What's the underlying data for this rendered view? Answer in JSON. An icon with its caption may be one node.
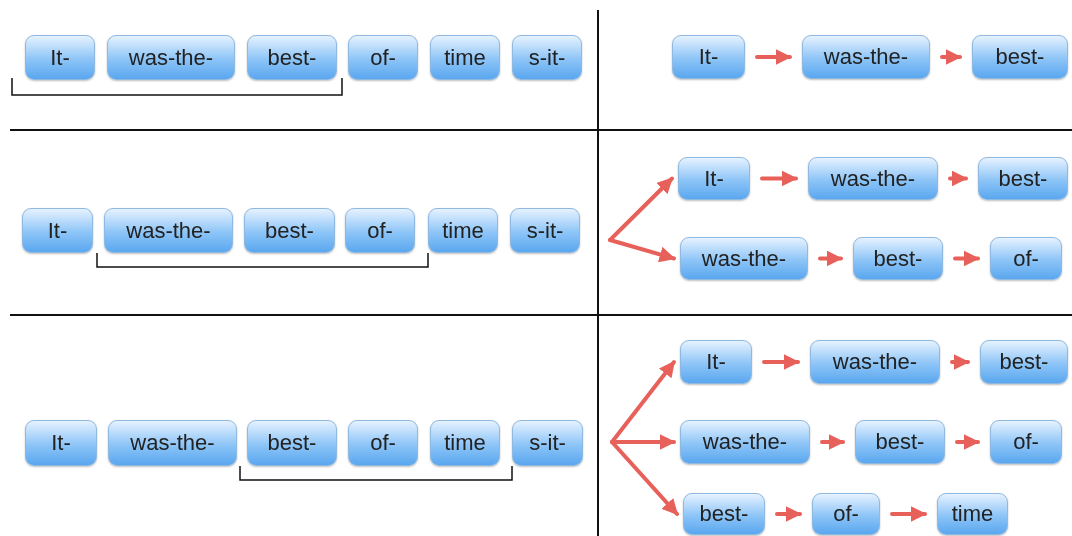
{
  "diagram": {
    "nodes": [
      {
        "text": [
          "It-"
        ]
      },
      {
        "text": [
          "was-the-"
        ]
      },
      {
        "text": [
          "best-"
        ]
      },
      {
        "text": [
          "of-"
        ]
      },
      {
        "text": [
          "time"
        ]
      },
      {
        "text": [
          "s-it-"
        ]
      },
      {
        "text": [
          "It-"
        ]
      },
      {
        "text": [
          "was-the-"
        ]
      },
      {
        "text": [
          "best-"
        ]
      },
      {
        "text": [
          "It-"
        ]
      },
      {
        "text": [
          "was-the-"
        ]
      },
      {
        "text": [
          "best-"
        ]
      },
      {
        "text": [
          "of-"
        ]
      },
      {
        "text": [
          "time"
        ]
      },
      {
        "text": [
          "s-it-"
        ]
      },
      {
        "text": [
          "It-"
        ]
      },
      {
        "text": [
          "was-the-"
        ]
      },
      {
        "text": [
          "best-"
        ]
      },
      {
        "text": [
          "was-the-"
        ]
      },
      {
        "text": [
          "best-"
        ]
      },
      {
        "text": [
          "of-"
        ]
      },
      {
        "text": [
          "It-"
        ]
      },
      {
        "text": [
          "was-the-"
        ]
      },
      {
        "text": [
          "best-"
        ]
      },
      {
        "text": [
          "of-"
        ]
      },
      {
        "text": [
          "time"
        ]
      },
      {
        "text": [
          "s-it-"
        ]
      },
      {
        "text": [
          "It-"
        ]
      },
      {
        "text": [
          "was-the-"
        ]
      },
      {
        "text": [
          "best-"
        ]
      },
      {
        "text": [
          "was-the-"
        ]
      },
      {
        "text": [
          "best-"
        ]
      },
      {
        "text": [
          "of-"
        ]
      },
      {
        "text": [
          "best-"
        ]
      },
      {
        "text": [
          "of-"
        ]
      },
      {
        "text": [
          "time"
        ]
      }
    ],
    "edges": [
      {
        "from": 6,
        "to": 7,
        "arrow": "to"
      },
      {
        "from": 7,
        "to": 8,
        "arrow": "to"
      },
      {
        "from": null,
        "to": 15,
        "arrow": "to"
      },
      {
        "from": 15,
        "to": 16,
        "arrow": "to"
      },
      {
        "from": 16,
        "to": 17,
        "arrow": "to"
      },
      {
        "from": null,
        "to": 18,
        "arrow": "to"
      },
      {
        "from": 18,
        "to": 19,
        "arrow": "to"
      },
      {
        "from": 19,
        "to": 20,
        "arrow": "to"
      },
      {
        "from": null,
        "to": 27,
        "arrow": "to"
      },
      {
        "from": 27,
        "to": 28,
        "arrow": "to"
      },
      {
        "from": 28,
        "to": 29,
        "arrow": "to"
      },
      {
        "from": null,
        "to": 30,
        "arrow": "to"
      },
      {
        "from": 30,
        "to": 31,
        "arrow": "to"
      },
      {
        "from": 31,
        "to": 32,
        "arrow": "to"
      },
      {
        "from": null,
        "to": 33,
        "arrow": "to"
      },
      {
        "from": 33,
        "to": 34,
        "arrow": "to"
      },
      {
        "from": 34,
        "to": 35,
        "arrow": "to"
      }
    ]
  }
}
